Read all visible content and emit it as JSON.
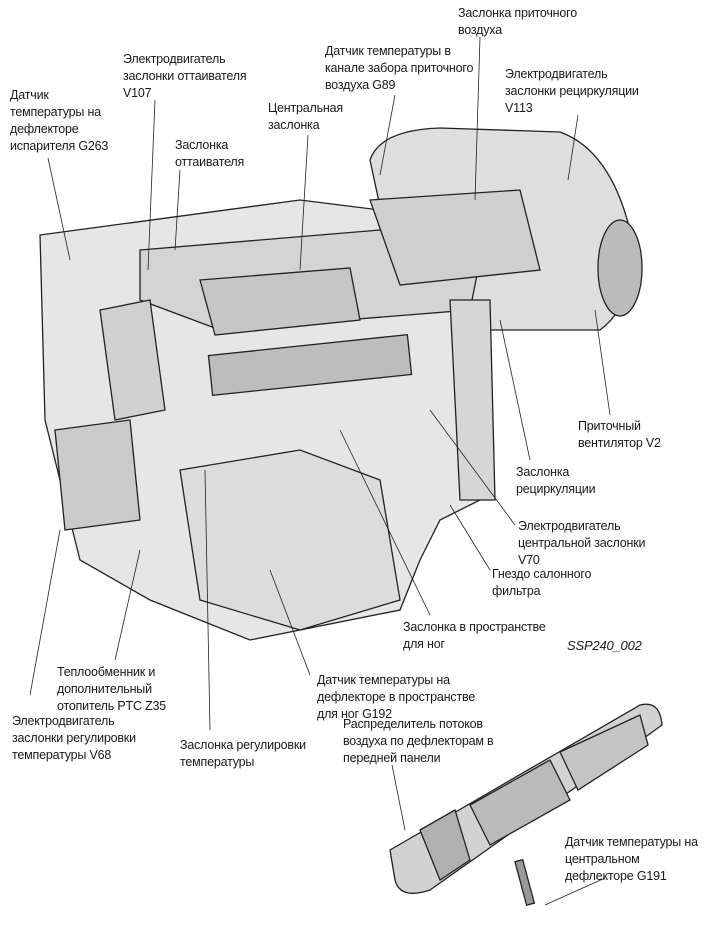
{
  "labels": {
    "fresh_air_flap": [
      "Заслонка приточного",
      "воздуха"
    ],
    "intake_temp_sensor": [
      "Датчик температуры в",
      "канале забора приточного",
      "воздуха G89"
    ],
    "defrost_flap_motor": [
      "Электродвигатель",
      "заслонки оттаивателя",
      "V107"
    ],
    "recirc_flap_motor": [
      "Электродвигатель",
      "заслонки рециркуляции",
      "V113"
    ],
    "evaporator_temp_sensor": [
      "Датчик",
      "температуры на",
      "дефлекторе",
      "испарителя G263"
    ],
    "central_flap": [
      "Центральная",
      "заслонка"
    ],
    "defrost_flap": [
      "Заслонка",
      "оттаивателя"
    ],
    "fresh_air_blower": [
      "Приточный",
      "вентилятор V2"
    ],
    "recirc_flap": [
      "Заслонка",
      "рециркуляции"
    ],
    "central_flap_motor": [
      "Электродвигатель",
      "центральной заслонки",
      "V70"
    ],
    "cabin_filter_slot": [
      "Гнездо салонного",
      "фильтра"
    ],
    "footwell_flap": [
      "Заслонка в пространстве",
      "для ног"
    ],
    "heat_exchanger": [
      "Теплообменник и",
      "дополнительный",
      "отопитель PTC Z35"
    ],
    "footwell_temp_sensor": [
      "Датчик температуры на",
      "дефлекторе в пространстве",
      "для ног G192"
    ],
    "temp_flap_motor": [
      "Электродвигатель",
      "заслонки регулировки",
      "температуры V68"
    ],
    "air_distributor": [
      "Распределитель потоков",
      "воздуха по дефлекторам в",
      "передней панели"
    ],
    "temp_flap": [
      "Заслонка регулировки",
      "температуры"
    ],
    "central_vent_temp_sensor": [
      "Датчик температуры на",
      "центральном",
      "дефлекторе G191"
    ]
  },
  "figure_code": "SSP240_002",
  "colors": {
    "ink": "#1a1a1a",
    "shade": "#c8c8c8",
    "light": "#ececec"
  }
}
